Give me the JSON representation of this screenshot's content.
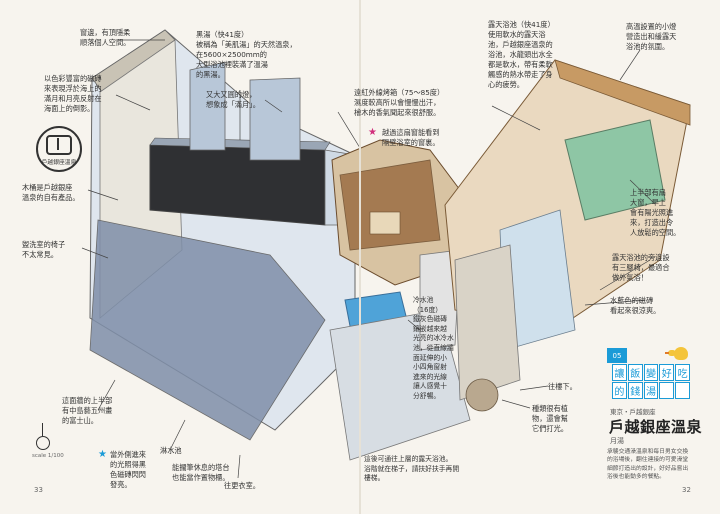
{
  "notes": {
    "n1": "窗邊，有頂隱柔\n順落個人空間。",
    "n2": "以色彩豐富的磁磚\n來表現浮於海上的\n滿月和月亮反射在\n海面上的倒影。",
    "n3": "木桶是戶越銀座\n溫泉的自有產品。",
    "n4": "盥洗室的椅子\n不太常見。",
    "n5": "黑湯（快41度）\n被稱為「美肌湯」的天然溫泉，\n在5600×2500mm的\n大型浴池裡裝滿了溫湯\n的黑湯。",
    "n6": "又大又圓的燈，\n想象成「滿月」。",
    "n7": "遠紅外線烤箱（75～85度）\n濕度較高所以會慢慢出汗，\n檜木的香氣聞起來很舒服。",
    "n8": "越過這扇窗能看到\n隔壁浴室的窗裏。",
    "n9": "冷水池\n（16度）\n鐵灰色磁磚\n鑲嵌越來越\n光亮的冰冷水\n池，從直線牆\n面延伸的小\n小四角窗射\n進來的光線\n讓人感覺十\n分舒暢。",
    "n10": "這後可通往上層的露天浴池。\n浴階就在梯子，請扶好扶手再開\n樓梯。",
    "n11": "這面牆的上半部\n有中島藝五州畫\n的富士山。",
    "n12": "當外側進來\n的光照得黑\n色磁磚閃閃\n發亮。",
    "n13": "淋水池",
    "n14": "能擱筆休息的塔台\n也能當作置物櫃。",
    "n15": "往更衣室。",
    "n16": "露天浴池（快41度）\n使用軟水的露天浴\n池，戶越銀座溫泉的\n浴池，水龍頭出水全\n都是軟水，帶有柔軟\n觸感的熱水帶走了身\n心的疲勞。",
    "n17": "高溫設置的小燈\n營造出和緩露天\n浴池的氛圍。",
    "n18": "上半部有扇\n大窗，早上\n會有陽光照進\n來，打造出令\n人放鬆的空間。",
    "n19": "露天浴池的旁邊設\n有三腳椅，最適合\n做外氣浴！",
    "n20": "水藍色的磁磚\n看起來很涼爽。",
    "n21": "往樓下。",
    "n22": "種類很有植\n物，還會幫\n它們打光。"
  },
  "logo": {
    "caption": "戶越銀座溫泉"
  },
  "scale": "scale 1/100",
  "page_left": "33",
  "page_right": "32",
  "badge": "05",
  "title_chars": [
    "讓",
    "飯",
    "變",
    "好",
    "吃",
    "的",
    "錢",
    "湯",
    "",
    ""
  ],
  "subtitle": "東京・戶越銀座",
  "big_title": "戶越銀座溫泉",
  "author": "月湯",
  "description": "承襲交通澡溫泉和每日男女交換的浴場後，翻住連接的可愛澡堂細節打造出的設計，好好品嘗出浴後也能動多的餐點。",
  "colors": {
    "accent": "#1b9bd7",
    "water_dark": "#2f3033",
    "water_blue": "#4fa3d8",
    "wood": "#c79a64",
    "tile_blue": "#3a4f86",
    "star_blue": "#1b9bd7",
    "star_pink": "#d12f7c"
  }
}
